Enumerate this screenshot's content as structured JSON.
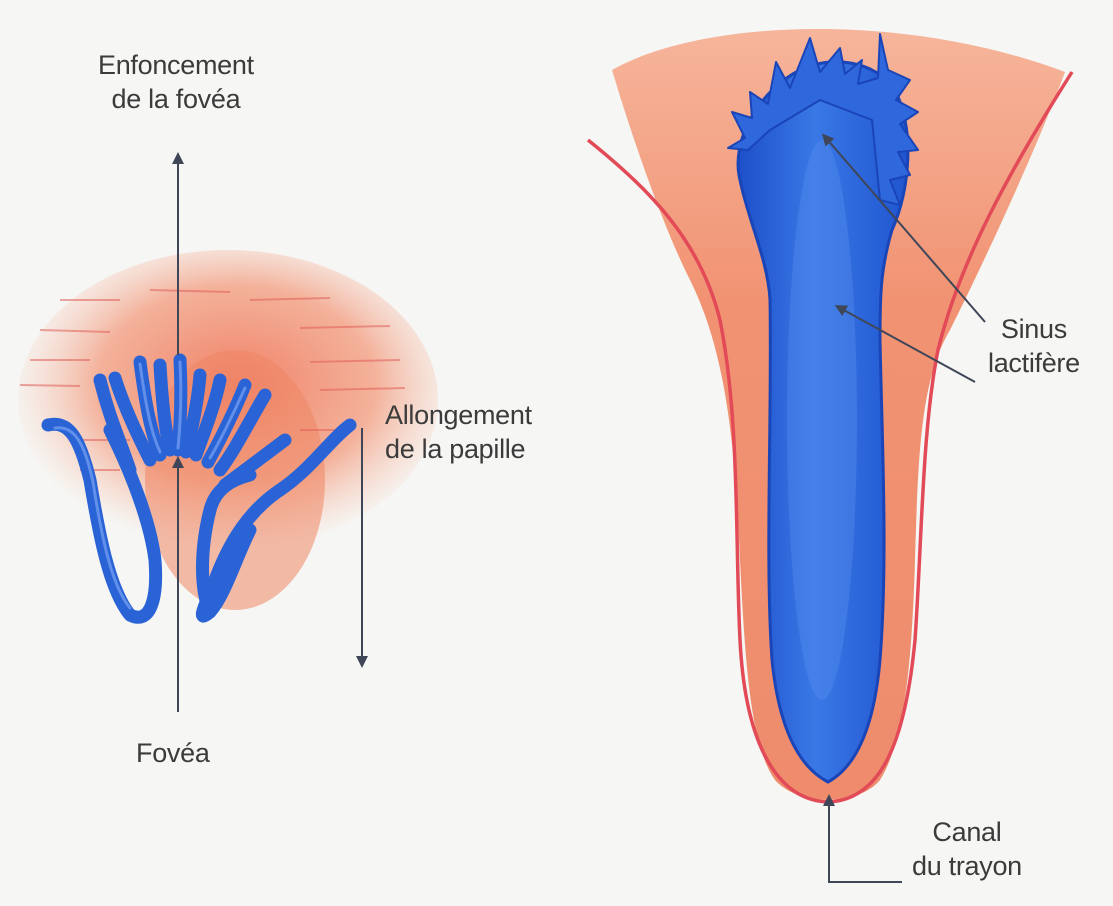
{
  "labels": {
    "enfoncement": [
      "Enfoncement",
      "de la fovéa"
    ],
    "allongement": [
      "Allongement",
      "de la papille"
    ],
    "fovea": "Fovéa",
    "sinus": [
      "Sinus",
      "lactifère"
    ],
    "canal": [
      "Canal",
      "du trayon"
    ]
  },
  "colors": {
    "background": "#f6f6f4",
    "tissue": "#f0926f",
    "epithelium": "#2a63d6",
    "arrow": "#3e4658"
  }
}
